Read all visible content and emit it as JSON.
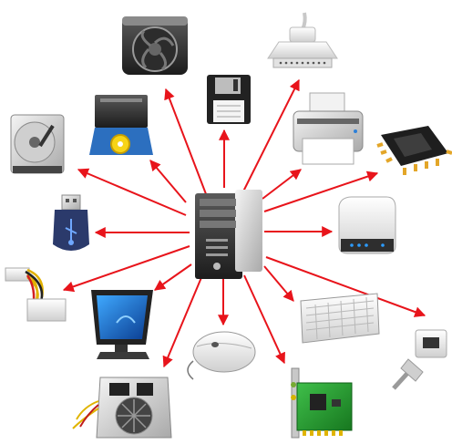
{
  "diagram": {
    "center": {
      "icon": "desktop-tower-icon"
    },
    "peripherals": [
      {
        "id": "cpu-fan",
        "icon": "cpu-fan-icon"
      },
      {
        "id": "parallel-cable",
        "icon": "parallel-cable-icon"
      },
      {
        "id": "floppy-disk",
        "icon": "floppy-disk-icon"
      },
      {
        "id": "printer",
        "icon": "printer-icon"
      },
      {
        "id": "optical-drive",
        "icon": "optical-drive-icon"
      },
      {
        "id": "hard-drive",
        "icon": "hard-drive-icon"
      },
      {
        "id": "cpu-chip",
        "icon": "cpu-chip-icon"
      },
      {
        "id": "usb-drive",
        "icon": "usb-drive-icon"
      },
      {
        "id": "external-drive",
        "icon": "external-drive-icon"
      },
      {
        "id": "power-connector",
        "icon": "power-connector-icon"
      },
      {
        "id": "monitor",
        "icon": "monitor-icon"
      },
      {
        "id": "keyboard",
        "icon": "keyboard-icon"
      },
      {
        "id": "network-cable",
        "icon": "network-cable-icon"
      },
      {
        "id": "mouse",
        "icon": "mouse-icon"
      },
      {
        "id": "power-supply",
        "icon": "power-supply-icon"
      },
      {
        "id": "expansion-card",
        "icon": "expansion-card-icon"
      }
    ],
    "colors": {
      "arrow": "#e8141b"
    }
  }
}
